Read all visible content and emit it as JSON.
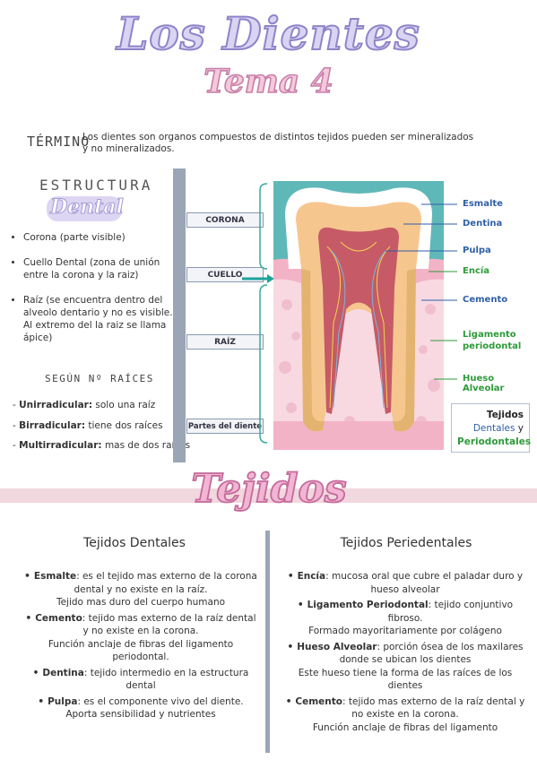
{
  "header": {
    "title": "Los Dientes",
    "subtitle": "Tema 4"
  },
  "termino": {
    "label": "TÉRMINO",
    "text": "Los dientes son organos compuestos de distintos tejidos pueden ser mineralizados y no mineralizados."
  },
  "estructura": {
    "title": "ESTRUCTURA",
    "subtitle": "Dental",
    "items": [
      "Corona (parte visible)",
      "Cuello Dental (zona de unión entre la corona y la raiz)",
      "Raíz (se encuentra dentro del alveolo dentario y no es visible. Al extremo del la raiz se llama ápice)"
    ],
    "raices_title": "SEGÚN Nº RAÍCES",
    "raices": [
      {
        "term": "Unirradicular:",
        "desc": " solo una raíz"
      },
      {
        "term": "Birradicular:",
        "desc": " tiene dos raíces"
      },
      {
        "term": "Multirradicular:",
        "desc": " mas de dos raíces"
      }
    ]
  },
  "diagram": {
    "parts": [
      "CORONA",
      "CUELLO",
      "RAÍZ",
      "Partes del diente"
    ],
    "labels": [
      "Esmalte",
      "Dentina",
      "Pulpa",
      "Encía",
      "Cemento",
      "Ligamento",
      "periodontal",
      "Hueso Alveolar"
    ],
    "legend": {
      "line1": "Tejidos",
      "line2a": "Dentales",
      "line2b": " y",
      "line3": "Periodontales"
    },
    "colors": {
      "esmalte": "#ffffff",
      "dentina": "#f6c68f",
      "pulpa": "#c65a66",
      "encia": "#f3b3c6",
      "hueso": "#f8d9e2",
      "teal": "#5fb8b8",
      "label_blue": "#2f5fa8",
      "label_green": "#2e9a3a"
    }
  },
  "banner": {
    "title": "Tejidos"
  },
  "dentales": {
    "title": "Tejidos Dentales",
    "items": [
      {
        "term": "Esmalte",
        "desc": ": es el tejido mas externo de la corona dental y no existe en la raíz.",
        "extra": "Tejido mas duro del cuerpo humano"
      },
      {
        "term": "Cemento",
        "desc": ": tejido mas externo de la raíz dental y no existe en la corona.",
        "extra": "Función anclaje de fibras del ligamento periodontal."
      },
      {
        "term": "Dentina",
        "desc": ": tejido intermedio en la estructura dental",
        "extra": ""
      },
      {
        "term": "Pulpa",
        "desc": ": es el componente vivo del diente.",
        "extra": "Aporta sensibilidad y nutrientes"
      }
    ]
  },
  "periodentales": {
    "title": "Tejidos Periedentales",
    "items": [
      {
        "term": "Encía",
        "desc": ": mucosa oral que cubre el paladar duro y hueso alveolar",
        "extra": ""
      },
      {
        "term": "Ligamento Periodontal",
        "desc": ": tejido conjuntivo fibroso.",
        "extra": "Formado mayoritariamente por colágeno"
      },
      {
        "term": "Hueso Alveolar",
        "desc": ": porción ósea de los maxilares donde se ubican los dientes",
        "extra": "Este hueso tiene la forma de las raíces de los dientes"
      },
      {
        "term": "Cemento",
        "desc": ": tejido mas externo de la raíz dental y no existe en la corona.",
        "extra": "Función anclaje de fibras del ligamento"
      }
    ]
  }
}
